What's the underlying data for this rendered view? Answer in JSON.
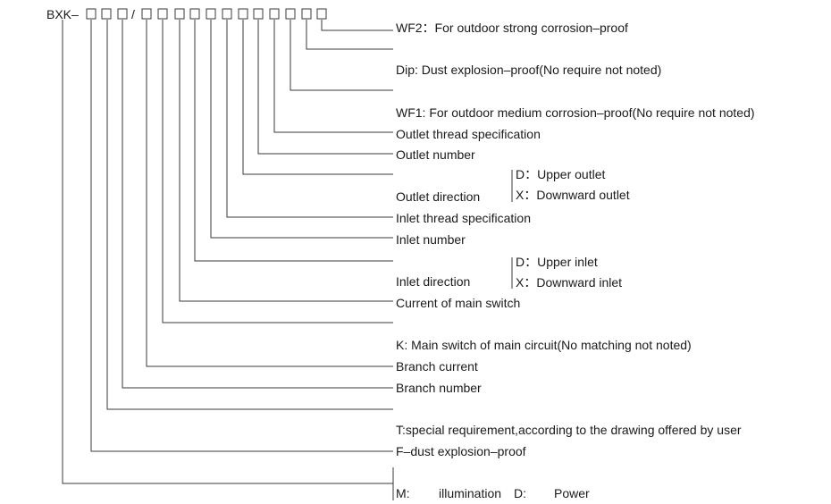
{
  "code": {
    "prefix": "BXK–",
    "slash": "/"
  },
  "labels": {
    "wf2": "WF2：For outdoor strong corrosion–proof",
    "dip": "Dip: Dust explosion–proof(No require not noted)",
    "wf1": "WF1: For outdoor medium corrosion–proof(No require not noted)",
    "outlet_thread": "Outlet thread specification",
    "outlet_number": "Outlet number",
    "outlet_direction": "Outlet direction",
    "outlet_d": "D：Upper outlet",
    "outlet_x": "X：Downward outlet",
    "inlet_thread": "Inlet thread specification",
    "inlet_number": "Inlet number",
    "inlet_direction": "Inlet direction",
    "inlet_d": "D：Upper inlet",
    "inlet_x": "X：Downward inlet",
    "current_main_switch": "Current of main switch",
    "k_main_switch": "K: Main switch of main circuit(No matching not noted)",
    "branch_current": "Branch current",
    "branch_number": "Branch number",
    "t_special": "T:special requirement,according to the drawing offered by user",
    "f_dust": "F–dust explosion–proof",
    "m_label": "M:",
    "m_illumination": "illumination",
    "d_label": "D:",
    "d_power": "Power"
  }
}
